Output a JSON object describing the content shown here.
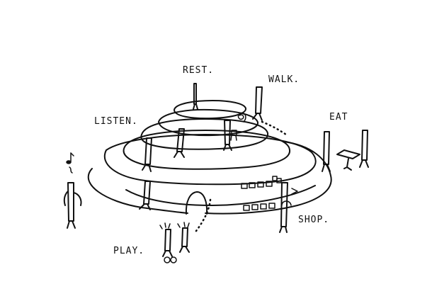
{
  "labels": {
    "rest": "REST.",
    "walk": "WALK.",
    "listen": "LISTEN.",
    "eat": "EAT",
    "shop": "SHOP.",
    "play": "PLAY."
  },
  "colors": {
    "ink": "#111111",
    "paper": "#ffffff"
  },
  "icons": [
    "music-note-icon",
    "table-icon",
    "ball-icon"
  ]
}
